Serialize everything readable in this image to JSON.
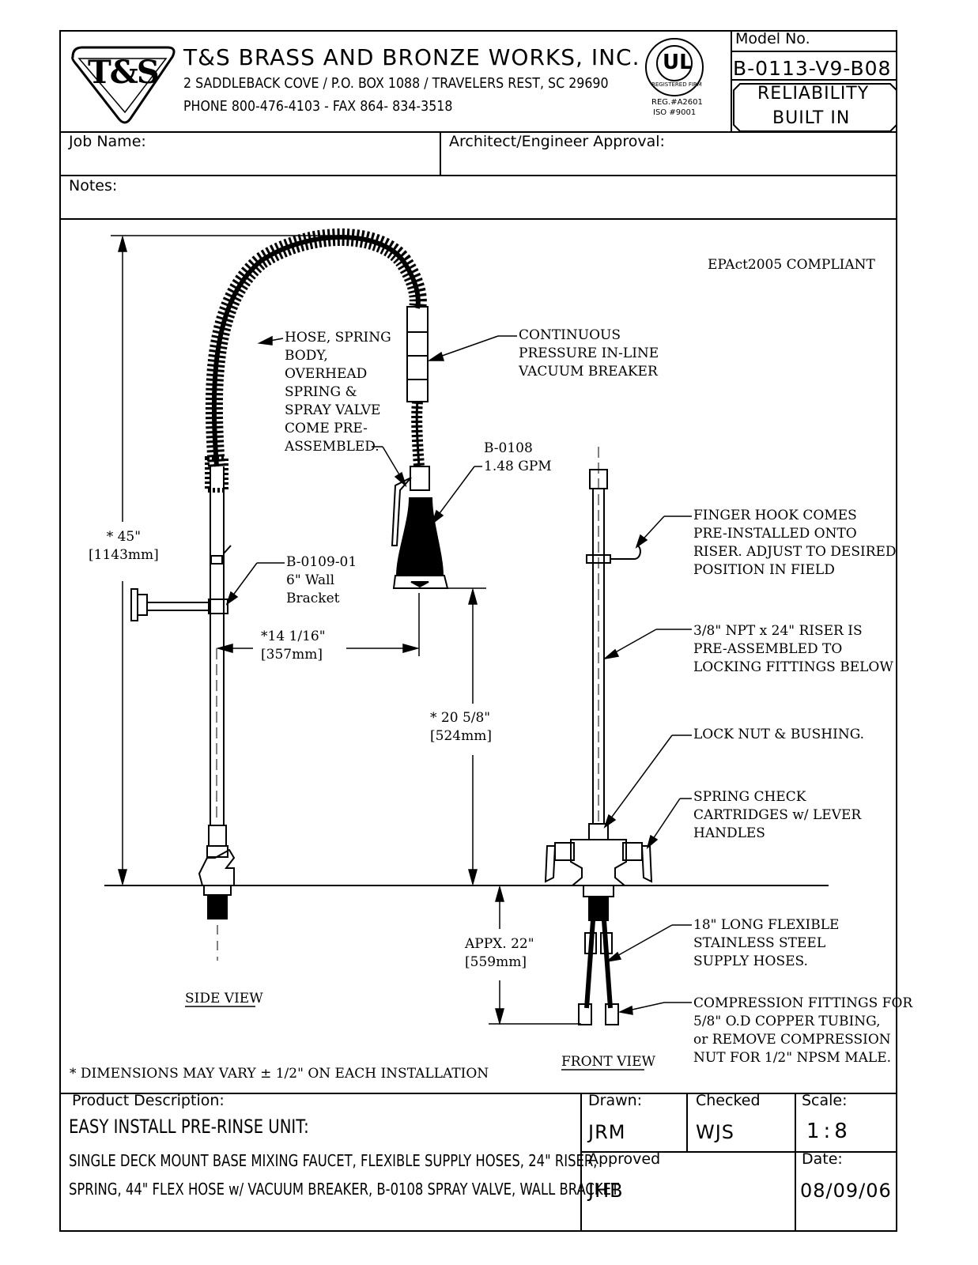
{
  "company": {
    "logo_text": "T&S",
    "name": "T&S BRASS AND BRONZE WORKS, INC.",
    "address": "2 SADDLEBACK COVE / P.O. BOX 1088 / TRAVELERS REST, SC 29690",
    "phone": "PHONE 800-476-4103 - FAX  864- 834-3518"
  },
  "certification": {
    "ul_logo_text": "UL",
    "ul_ring_text": "REGISTERED FIRM",
    "reg_number": "REG.#A2601",
    "iso_number": "ISO #9001"
  },
  "model": {
    "label": "Model No.",
    "number": "B-0113-V9-B08",
    "tagline_1": "RELIABILITY",
    "tagline_2": "BUILT IN"
  },
  "fields": {
    "job_name_label": "Job Name:",
    "architect_label": "Architect/Engineer Approval:",
    "notes_label": "Notes:"
  },
  "drawing": {
    "compliance": "EPAct2005 COMPLIANT",
    "callouts": {
      "hose": "HOSE, SPRING\nBODY,\nOVERHEAD\nSPRING &\nSPRAY VALVE\nCOME PRE-\nASSEMBLED.",
      "vacuum_breaker": "CONTINUOUS\nPRESSURE IN-LINE\nVACUUM BREAKER",
      "spray_valve": "B-0108\n1.48 GPM",
      "wall_bracket": "B-0109-01\n6\" Wall\nBracket",
      "finger_hook": "FINGER HOOK COMES\nPRE-INSTALLED ONTO\nRISER. ADJUST TO DESIRED\nPOSITION IN FIELD",
      "riser": "3/8\" NPT x 24\" RISER IS\nPRE-ASSEMBLED TO\nLOCKING FITTINGS BELOW",
      "lock_nut": "LOCK NUT & BUSHING.",
      "spring_check": "SPRING CHECK\nCARTRIDGES w/ LEVER\nHANDLES",
      "supply_hoses": "18\" LONG FLEXIBLE\nSTAINLESS STEEL\nSUPPLY HOSES.",
      "compression": "COMPRESSION FITTINGS FOR\n5/8\" O.D COPPER TUBING,\nor REMOVE COMPRESSION\nNUT FOR 1/2\" NPSM MALE."
    },
    "dimensions": {
      "height": "* 45\"\n[1143mm]",
      "reach": "*14 1/16\"\n[357mm]",
      "spray_height": "* 20 5/8\"\n[524mm]",
      "below_deck": "APPX. 22\"\n[559mm]"
    },
    "views": {
      "side": "SIDE VIEW",
      "front": "FRONT VIEW"
    },
    "footnote": "* DIMENSIONS MAY VARY ± 1/2\" ON EACH INSTALLATION"
  },
  "title_block": {
    "product_label": "Product Description:",
    "product_title": "EASY INSTALL PRE-RINSE UNIT:",
    "product_line_1": "SINGLE DECK MOUNT BASE MIXING FAUCET, FLEXIBLE SUPPLY HOSES, 24\" RISER,",
    "product_line_2": "SPRING, 44\" FLEX HOSE w/ VACUUM BREAKER, B-0108 SPRAY VALVE, WALL BRACKET",
    "drawn_label": "Drawn:",
    "drawn_value": "JRM",
    "checked_label": "Checked",
    "checked_value": "WJS",
    "scale_label": "Scale:",
    "scale_value": "1:8",
    "approved_label": "Approved",
    "approved_value": "JHB",
    "date_label": "Date:",
    "date_value": "08/09/06"
  }
}
